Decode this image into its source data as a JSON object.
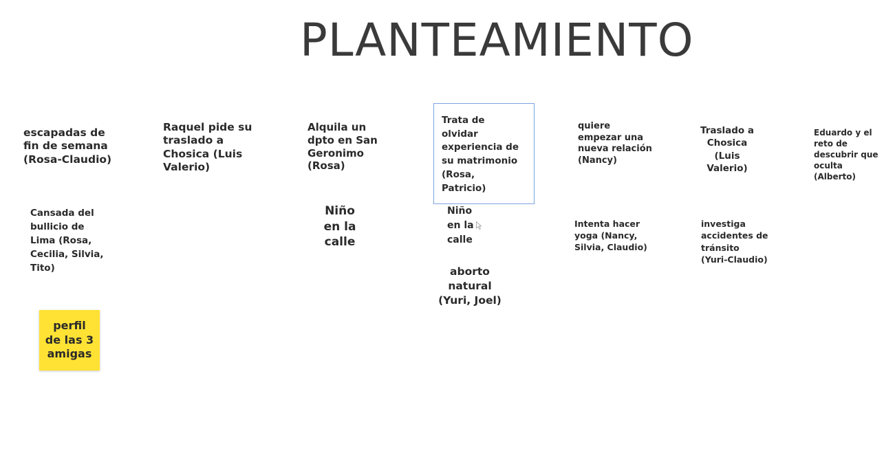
{
  "board": {
    "title": "PLANTEAMIENTO",
    "row1": [
      {
        "id": "escapadas",
        "text": "escapadas de\nfin de semana\n(Rosa-Claudio)"
      },
      {
        "id": "raquel",
        "text": "Raquel pide su\ntraslado a\nChosica (Luis\nValerio)"
      },
      {
        "id": "alquila",
        "text": "Alquila un\ndpto en San\nGeronimo\n(Rosa)"
      },
      {
        "id": "trata",
        "text": "Trata de\nolvidar\nexperiencia de\nsu matrimonio\n(Rosa,\nPatricio)"
      },
      {
        "id": "quiere",
        "text": "quiere\nempezar una\nnueva relación\n(Nancy)"
      },
      {
        "id": "traslado",
        "text": "Traslado a\nChosica\n(Luis\nValerio)"
      },
      {
        "id": "eduardo",
        "text": "Eduardo y el\nreto de\ndescubrir que\noculta\n(Alberto)"
      }
    ],
    "row2": [
      {
        "id": "cansada",
        "text": "Cansada del\nbullicio de\nLima (Rosa,\nCecilia, Silvia,\nTito)"
      },
      {
        "id": "nino1",
        "text": "Niño\nen la\ncalle"
      },
      {
        "id": "nino2",
        "text": "Niño\nen la\ncalle"
      },
      {
        "id": "aborto",
        "text": "aborto\nnatural\n(Yuri, Joel)"
      },
      {
        "id": "intenta",
        "text": "Intenta hacer\nyoga (Nancy,\nSilvia, Claudio)"
      },
      {
        "id": "investiga",
        "text": "investiga\naccidentes de\ntránsito\n(Yuri-Claudio)"
      }
    ],
    "sticky": {
      "text": "perfil\nde las 3\namigas",
      "color": "#ffe234"
    },
    "selection_border_color": "#7aa3e0"
  }
}
